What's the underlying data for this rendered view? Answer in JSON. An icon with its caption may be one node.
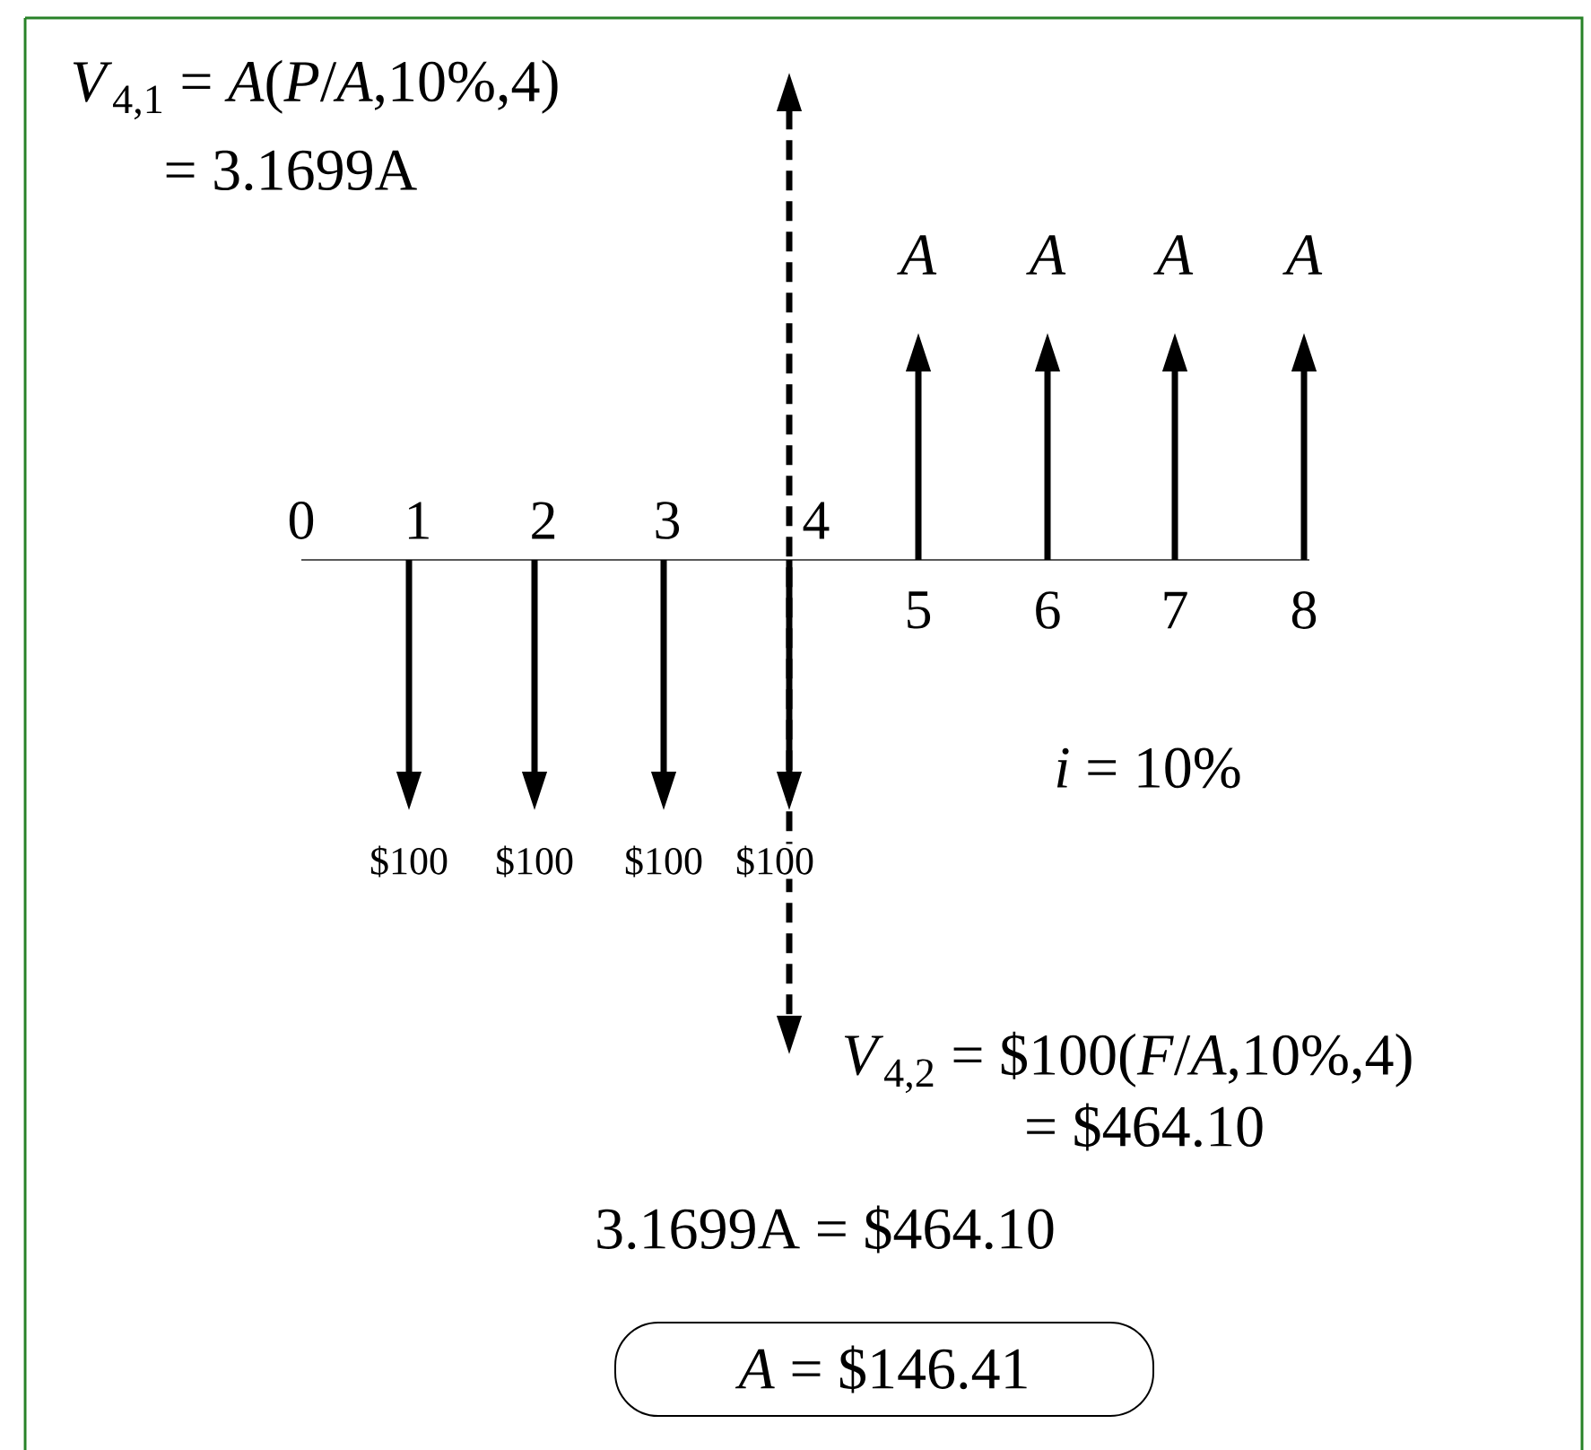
{
  "diagram": {
    "nodes": [
      {
        "text": [
          "*A* = $146.41"
        ]
      }
    ],
    "labels": [
      "*V*$_{4,1}$ = *A*(*P*/*A*,10%,4)",
      "= 3.1699A",
      "*A*",
      "*A*",
      "*A*",
      "*A*",
      "0",
      "1",
      "2",
      "3",
      "4",
      "5",
      "6",
      "7",
      "8",
      "$100",
      "$100",
      "$100",
      "$100",
      "*i* = 10%",
      "*V*$_{4,2}$ = $100(*F*/*A*,10%,4)",
      "= $464.10",
      "3.1699A = $464.10"
    ]
  }
}
